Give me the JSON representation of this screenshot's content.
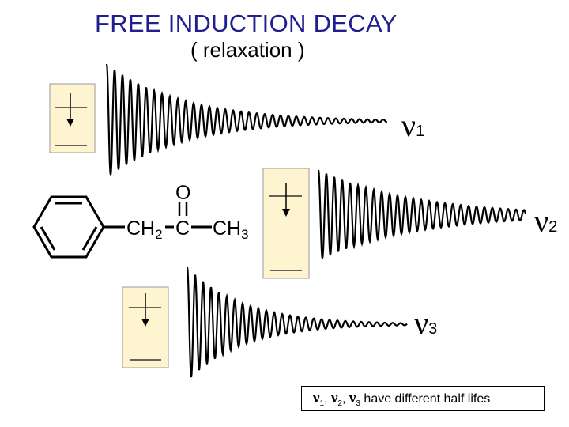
{
  "title": "FREE INDUCTION DECAY",
  "subtitle": "( relaxation )",
  "molecule": {
    "oxygen": "O",
    "ch2": "CH",
    "ch2_sub": "2",
    "carbon": "C",
    "ch3": "CH",
    "ch3_sub": "3"
  },
  "signals": [
    {
      "symbol": "ν",
      "subscript": "1"
    },
    {
      "symbol": "ν",
      "subscript": "2"
    },
    {
      "symbol": "ν",
      "subscript": "3"
    }
  ],
  "footnote": {
    "symbol": "ν",
    "sub1": "1",
    "sep1": ", ",
    "sub2": "2",
    "sep2": ", ",
    "sub3": "3",
    "text": " have different half lifes"
  },
  "colors": {
    "title": "#1f1f8f",
    "box_fill": "#fff4d0",
    "box_stroke": "#999999",
    "ink": "#000000"
  }
}
